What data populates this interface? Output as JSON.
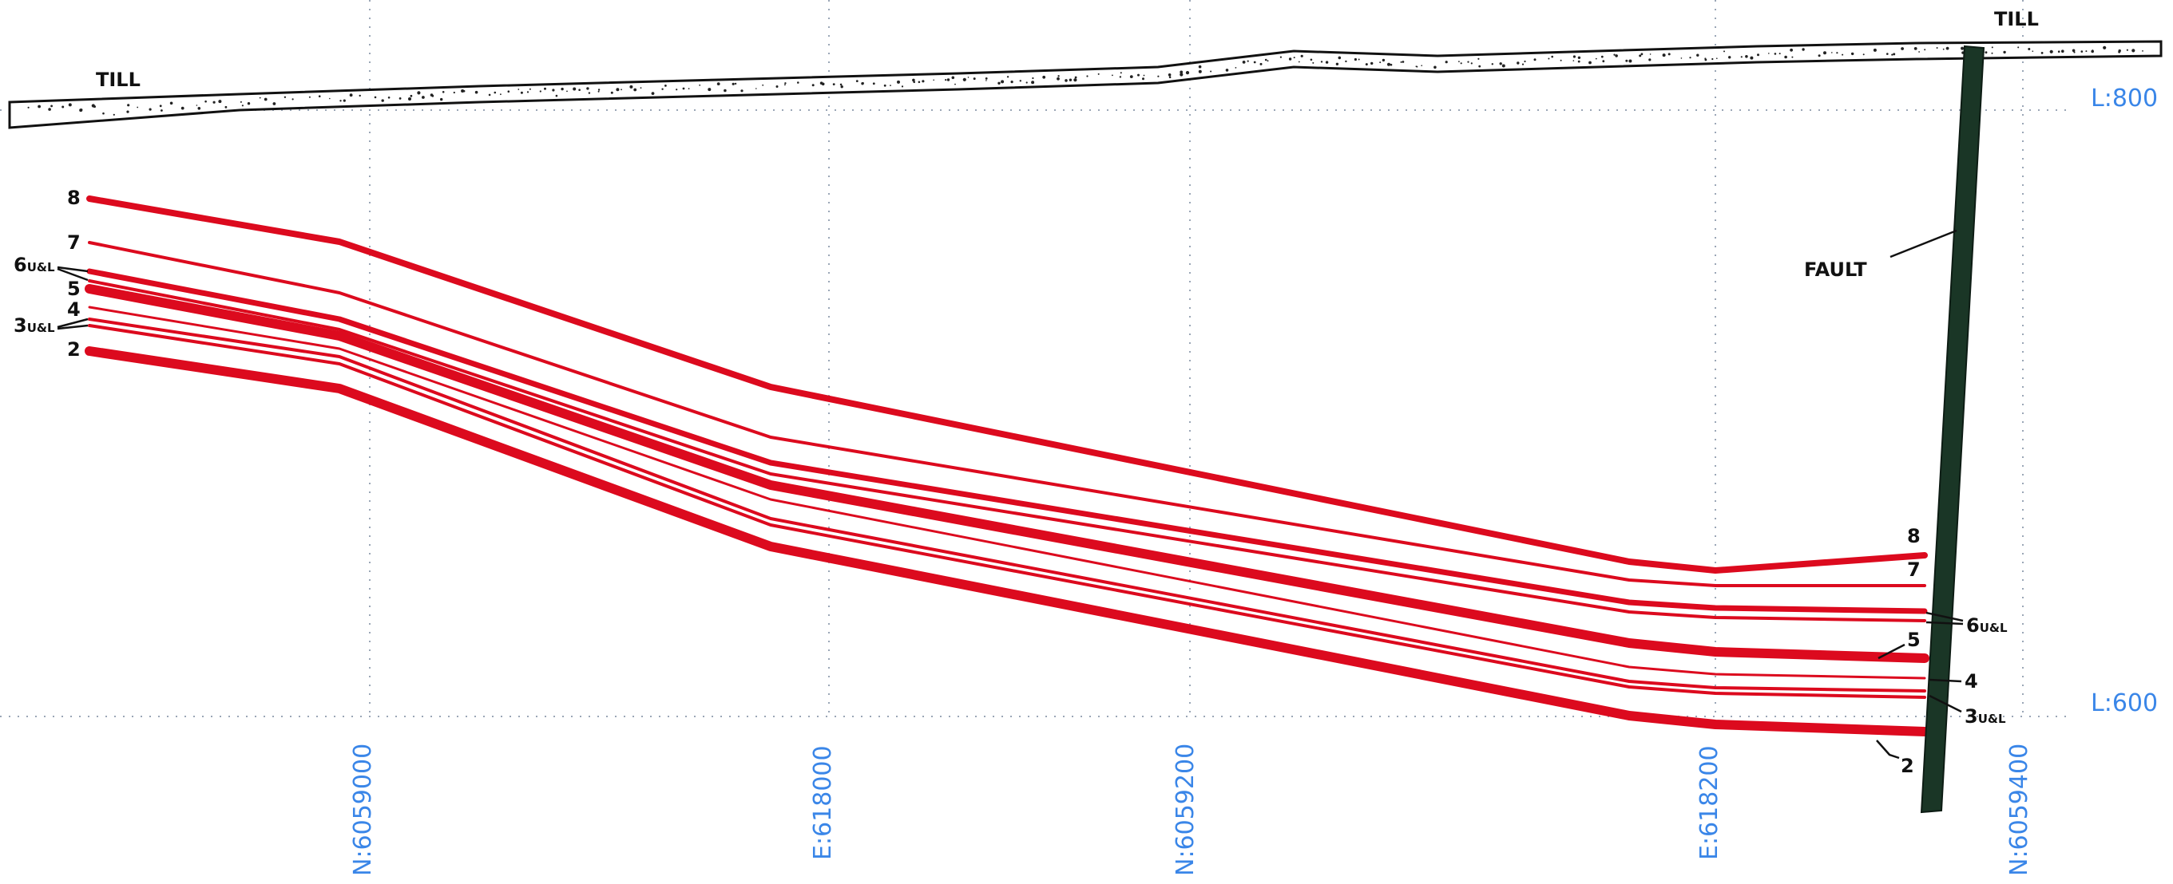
{
  "section": {
    "till_left_label": "TILL",
    "till_right_label": "TILL",
    "fault_label": "FAULT",
    "elevation_labels": [
      "L:800",
      "L:600"
    ],
    "grid_labels": [
      "N:6059000",
      "E:618000",
      "N:6059200",
      "E:618200",
      "N:6059400"
    ],
    "seams_left": [
      {
        "name": "8",
        "sub": ""
      },
      {
        "name": "7",
        "sub": ""
      },
      {
        "name": "6",
        "sub": "U&L"
      },
      {
        "name": "5",
        "sub": ""
      },
      {
        "name": "4",
        "sub": ""
      },
      {
        "name": "3",
        "sub": "U&L"
      },
      {
        "name": "2",
        "sub": ""
      }
    ],
    "seams_right": [
      {
        "name": "8",
        "sub": ""
      },
      {
        "name": "7",
        "sub": ""
      },
      {
        "name": "6",
        "sub": "U&L"
      },
      {
        "name": "5",
        "sub": ""
      },
      {
        "name": "4",
        "sub": ""
      },
      {
        "name": "3",
        "sub": "U&L"
      },
      {
        "name": "2",
        "sub": ""
      }
    ],
    "colors": {
      "seam": "#dc0a1e",
      "fault": "#1a3626",
      "grid_label": "#3a86e8",
      "grid_line": "#9aa6b6",
      "till_outline": "#111111"
    }
  }
}
